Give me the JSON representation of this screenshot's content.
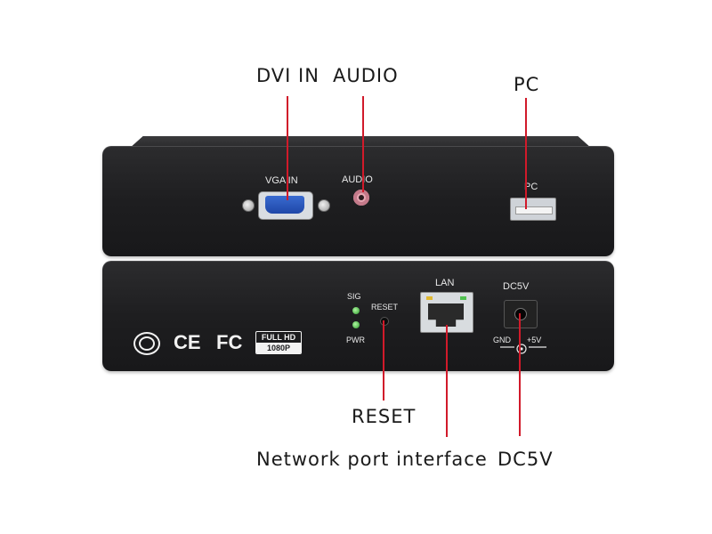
{
  "callouts": {
    "dvi_in": "DVI IN",
    "audio": "AUDIO",
    "pc": "PC",
    "reset": "RESET",
    "network": "Network port interface",
    "dc5v": "DC5V"
  },
  "top_panel": {
    "vga_label": "VGA IN",
    "audio_label": "AUDIO",
    "pc_label": "PC"
  },
  "bottom_panel": {
    "sig_label": "SIG",
    "pwr_label": "PWR",
    "reset_label": "RESET",
    "lan_label": "LAN",
    "dc_label": "DC5V",
    "gnd_label": "GND",
    "plus5v_label": "+5V",
    "logo_ce": "CE",
    "logo_fc": "FC",
    "fullhd_top": "FULL HD",
    "fullhd_bottom": "1080P"
  },
  "colors": {
    "leader_line": "#d11a2a",
    "device_body": "#1e1e20",
    "led_green": "#2b9a2b"
  },
  "icons": [
    "ccc-logo-icon",
    "ce-logo-icon",
    "fc-logo-icon",
    "full-hd-badge-icon"
  ]
}
